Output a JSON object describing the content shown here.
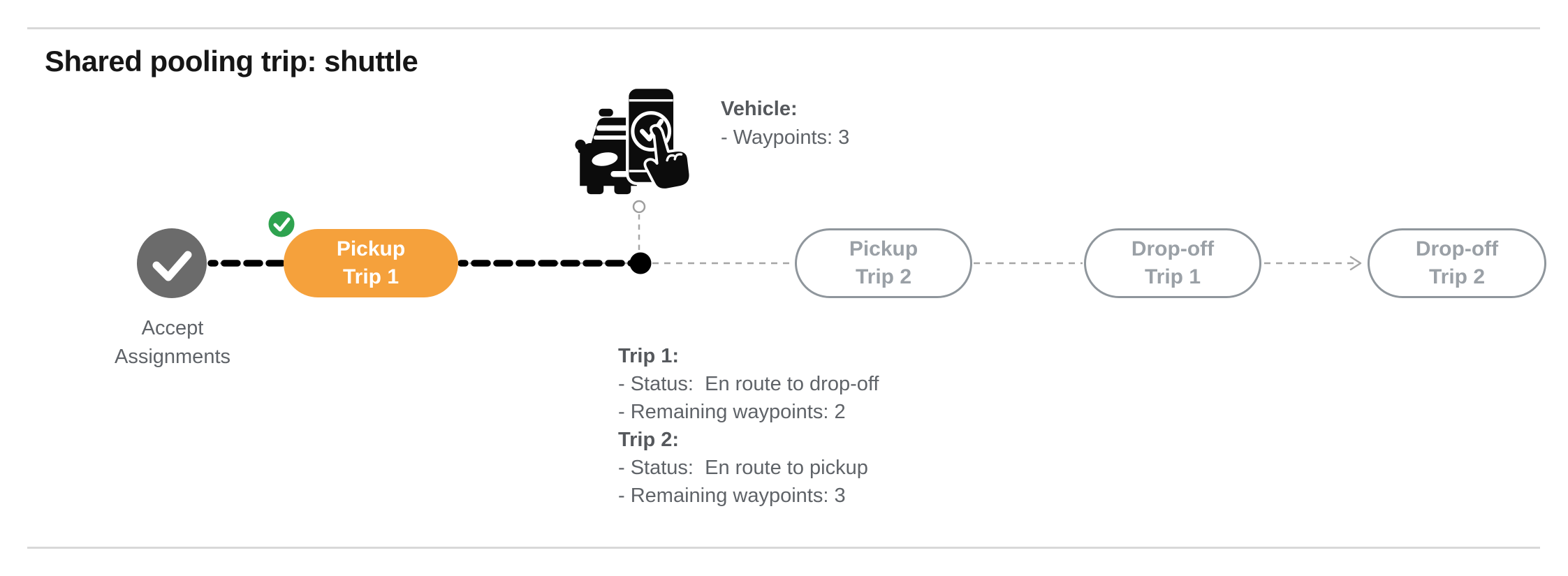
{
  "page": {
    "title": "Shared pooling trip: shuttle"
  },
  "timeline": {
    "start_node": {
      "label": [
        "Accept",
        "Assignments"
      ],
      "state": "completed"
    },
    "nodes": [
      {
        "id": "pickup-trip-1",
        "line1": "Pickup",
        "line2": "Trip 1",
        "state": "active-completed-badge"
      },
      {
        "id": "pickup-trip-2",
        "line1": "Pickup",
        "line2": "Trip 2",
        "state": "pending"
      },
      {
        "id": "dropoff-trip-1",
        "line1": "Drop-off",
        "line2": "Trip 1",
        "state": "pending"
      },
      {
        "id": "dropoff-trip-2",
        "line1": "Drop-off",
        "line2": "Trip 2",
        "state": "pending"
      }
    ],
    "current_position": "between pickup-trip-1 and pickup-trip-2"
  },
  "vehicle_info": {
    "heading": "Vehicle:",
    "lines": [
      "- Waypoints: 3"
    ]
  },
  "trip_info": {
    "trips": [
      {
        "title": "Trip 1:",
        "status": "- Status:  En route to drop-off",
        "waypoints": "- Remaining waypoints: 2"
      },
      {
        "title": "Trip 2:",
        "status": "- Status:  En route to pickup",
        "waypoints": "- Remaining waypoints: 3"
      }
    ]
  },
  "icons": {
    "start_node": "check-icon",
    "badge": "check-badge-icon",
    "vehicle": "vehicle-app-confirmation-icon",
    "connector_arrow": "arrow-right-icon"
  },
  "colors": {
    "accent_orange": "#F5A13C",
    "success_green": "#2EA34F",
    "completed_gray": "#6B6B6B",
    "pending_gray": "#9AA0A6",
    "text_gray": "#5F6368",
    "line_black": "#000000",
    "divider_gray": "#D8D8D8"
  }
}
